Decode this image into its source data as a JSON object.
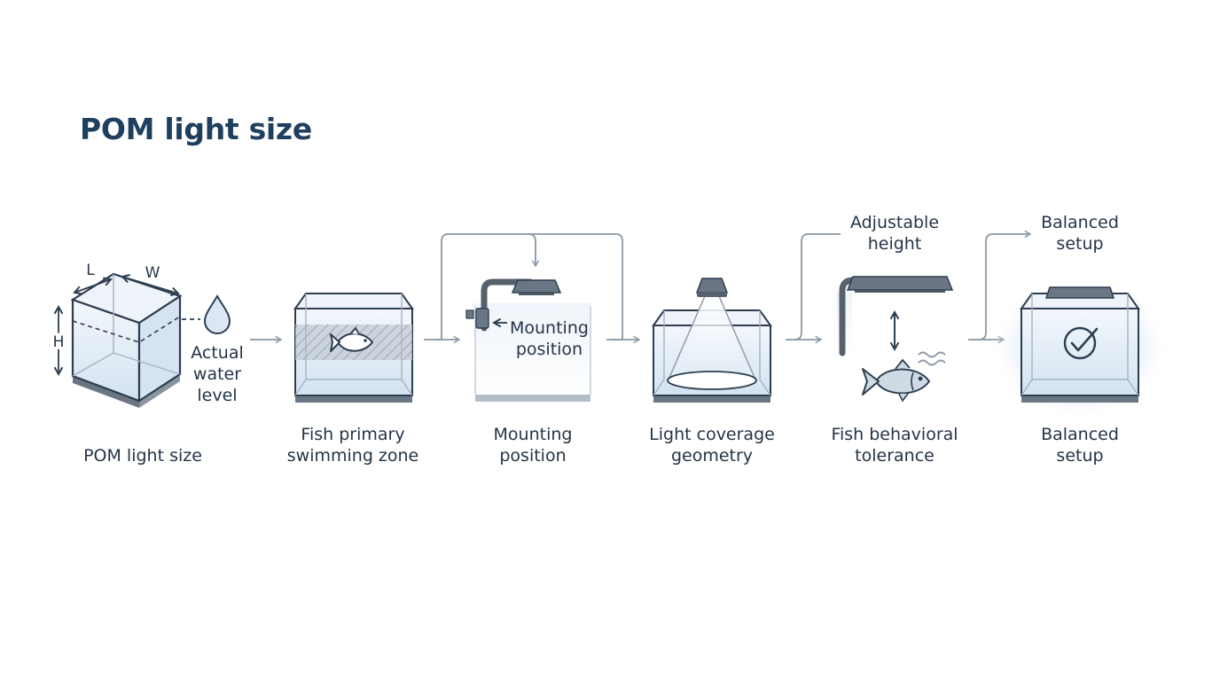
{
  "title": "POM light size",
  "dims": {
    "length": "L",
    "width": "W",
    "height": "H"
  },
  "stages": [
    {
      "caption": "POM light size",
      "side_label": [
        "Actual",
        "water",
        "level"
      ]
    },
    {
      "caption": [
        "Fish primary",
        "swimming zone"
      ]
    },
    {
      "caption": [
        "Mounting",
        "position"
      ],
      "inline_label": [
        "Mounting",
        "position"
      ]
    },
    {
      "caption": [
        "Light coverage",
        "geometry"
      ]
    },
    {
      "caption": [
        "Fish behavioral",
        "tolerance"
      ],
      "top_label": [
        "Adjustable",
        "height"
      ]
    },
    {
      "caption": [
        "Balanced",
        "setup"
      ],
      "top_label": [
        "Balanced",
        "setup"
      ]
    }
  ],
  "colors": {
    "title": "#1f3f5e",
    "line": "#2d3e50",
    "arrow": "#8a97a5",
    "glass": "#dbe8f4",
    "base": "#6b7684",
    "glow": "#b9d4ee"
  },
  "icons": [
    "water-drop-icon",
    "fish-icon",
    "light-bracket-icon",
    "pendant-lamp-icon",
    "double-arrow-icon",
    "check-icon"
  ]
}
